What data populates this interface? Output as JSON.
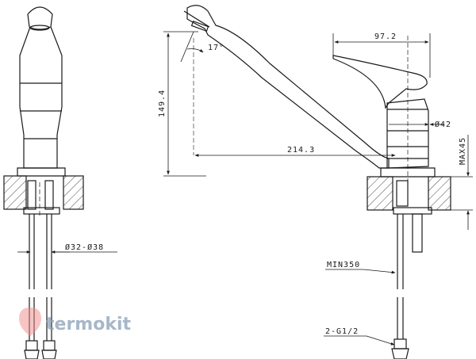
{
  "dimensions": {
    "spout_width": "97.2",
    "angle": "17°",
    "height": "149.4",
    "reach": "214.3",
    "body_diameter": "Ø42",
    "mount_max": "MAX45",
    "hole_diameter": "Ø32-Ø38",
    "hose_min": "MIN350",
    "thread": "2-G1/2"
  },
  "watermark": {
    "brand": "termokit"
  },
  "colors": {
    "line": "#1a1a1a",
    "hatch": "#333333",
    "logo": "#8aa0b8",
    "logo_mark": "#f08a8a"
  }
}
